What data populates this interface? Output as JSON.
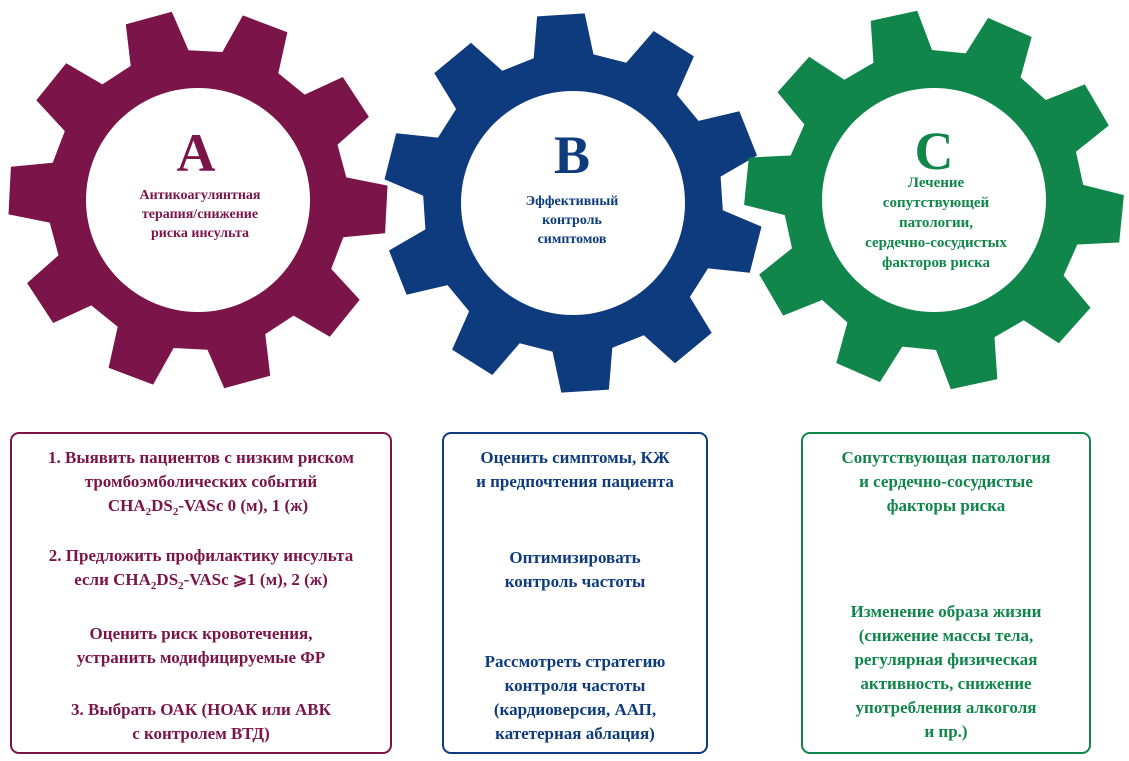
{
  "colors": {
    "a": "#7a1449",
    "b": "#0d3b7e",
    "c": "#10864a"
  },
  "gears": [
    {
      "letter": "A",
      "caption_lines": [
        "Антикоагулянтная",
        "терапия/снижение",
        "риска инсульта"
      ]
    },
    {
      "letter": "B",
      "caption_lines": [
        "Эффективный",
        "контроль",
        "симптомов"
      ]
    },
    {
      "letter": "C",
      "caption_lines": [
        "Лечение",
        "сопутствующей",
        "патологии,",
        "сердечно-сосудистых",
        "факторов риска"
      ]
    }
  ],
  "box_a": {
    "item1": {
      "line1": "1. Выявить пациентов с низким риском",
      "line2": "тромбоэмболических событий",
      "score_prefix": "CHA",
      "sub1": "2",
      "score_mid": "DS",
      "sub2": "2",
      "score_suffix": "-VASc 0 (м), 1 (ж)"
    },
    "item2": {
      "line1": "2. Предложить профилактику инсульта",
      "prefix": "если CHA",
      "sub1": "2",
      "mid": "DS",
      "sub2": "2",
      "suffix": "-VASc ⩾1 (м), 2 (ж)"
    },
    "item3": {
      "line1": "Оценить риск кровотечения,",
      "line2": "устранить модифицируемые ФР"
    },
    "item4": {
      "line1": "3. Выбрать ОАК (НОАК или АВК",
      "line2": "с контролем ВТД)"
    }
  },
  "box_b": {
    "item1": [
      "Оценить симптомы, КЖ",
      "и предпочтения пациента"
    ],
    "item2": [
      "Оптимизировать",
      "контроль частоты"
    ],
    "item3": [
      "Рассмотреть стратегию",
      "контроля частоты",
      "(кардиоверсия, ААП,",
      "катетерная аблация)"
    ]
  },
  "box_c": {
    "item1": [
      "Сопутствующая патология",
      "и сердечно-сосудистые",
      "факторы риска"
    ],
    "item2": [
      "Изменение образа жизни",
      "(снижение массы тела,",
      "регулярная физическая",
      "активность, снижение",
      "употребления алкоголя",
      "и пр.)"
    ]
  }
}
